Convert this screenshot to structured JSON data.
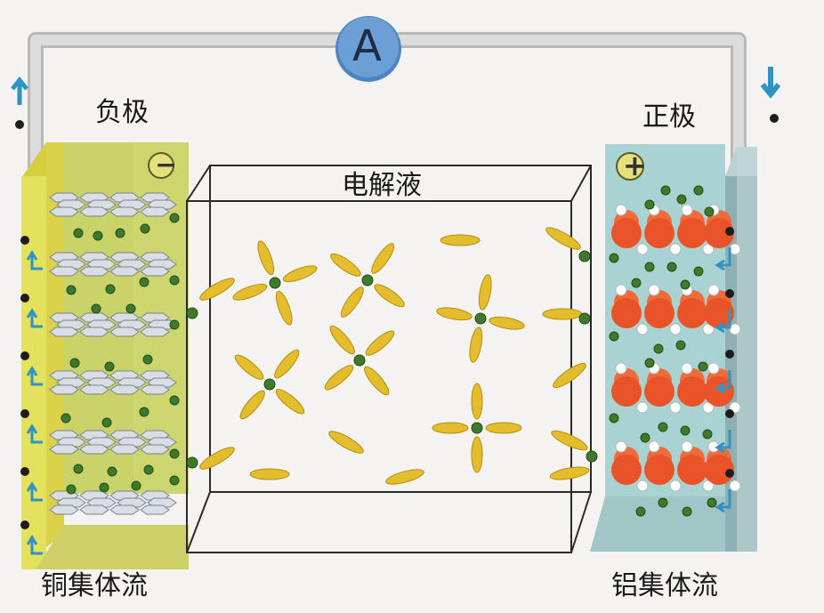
{
  "labels": {
    "ammeter": "A",
    "negative_electrode": "负极",
    "positive_electrode": "正极",
    "electrolyte": "电解液",
    "copper_collector": "铜集体流",
    "aluminum_collector": "铝集体流",
    "minus_sign": "−",
    "plus_sign": "+"
  },
  "colors": {
    "wire": "#dcdcdc",
    "ammeter": "#6b9fd6",
    "anode_panel": "#c9d36a",
    "copper_foil": "#e4e25c",
    "cathode_panel": "#a9d3d3",
    "aluminum_foil": "#8fb0b2",
    "lithium_ion": "#3d7a2c",
    "solvent_molecule": "#e3bd2b",
    "oxygen": "#e8532a",
    "electron": "#1d1d1d",
    "arrow": "#2f93c6"
  }
}
